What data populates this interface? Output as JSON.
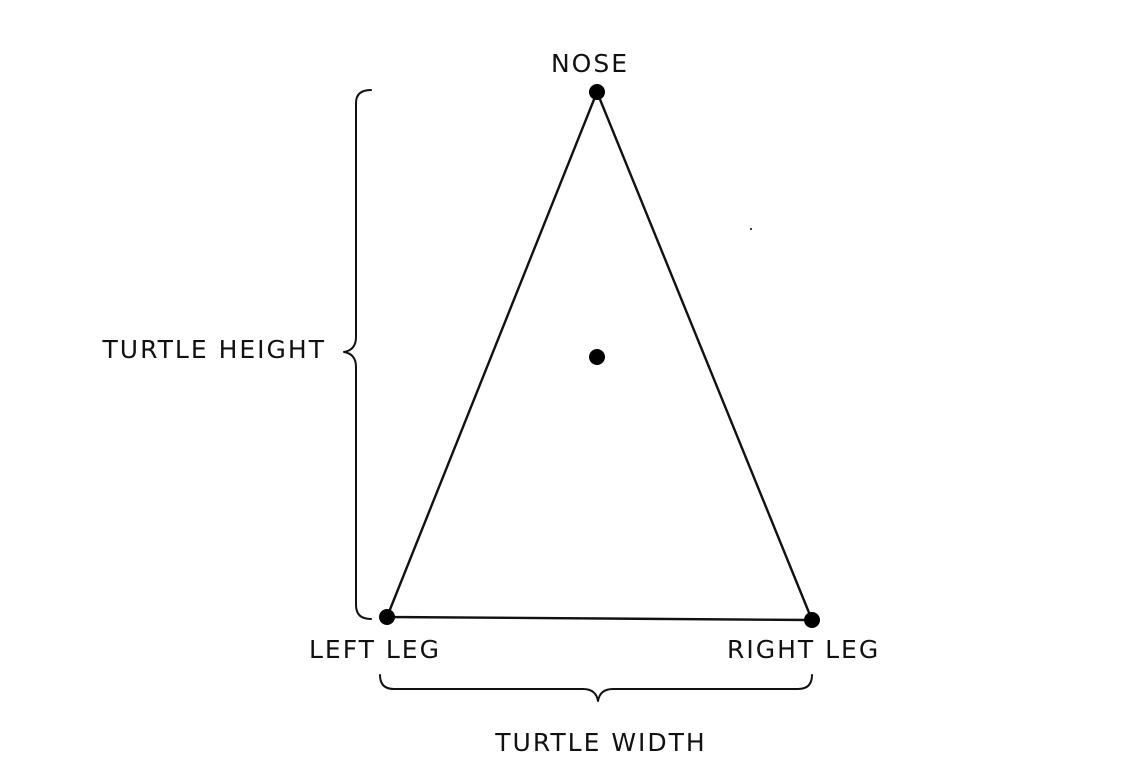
{
  "labels": {
    "nose": "NOSE",
    "turtle_height": "TURTLE HEIGHT",
    "left_leg": "LEFT LEG",
    "right_leg": "RIGHT LEG",
    "turtle_width": "TURTLE WIDTH"
  },
  "colors": {
    "ink": "#111111",
    "background": "#ffffff"
  }
}
